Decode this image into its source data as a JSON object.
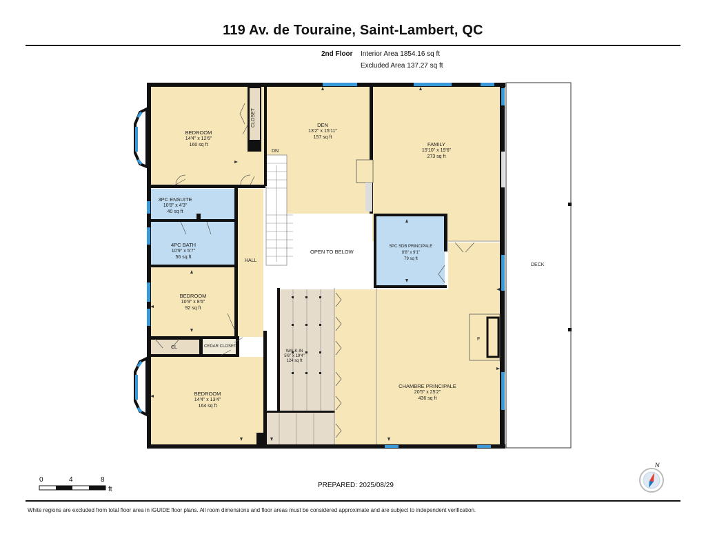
{
  "title": "119 Av. de Touraine, Saint-Lambert, QC",
  "header": {
    "floor": "2nd Floor",
    "interior_area": "Interior Area 1854.16 sq ft",
    "excluded_area": "Excluded Area 137.27 sq ft"
  },
  "rooms": {
    "bedroom1": {
      "name": "BEDROOM",
      "dims": "14'4\" x 12'6\"",
      "area": "160 sq ft"
    },
    "closet": {
      "name": "CLOSET"
    },
    "den": {
      "name": "DEN",
      "dims": "13'2\" x 15'11\"",
      "area": "157 sq ft"
    },
    "family": {
      "name": "FAMILY",
      "dims": "15'10\" x 19'6\"",
      "area": "273 sq ft"
    },
    "ensuite": {
      "name": "3PC ENSUITE",
      "dims": "10'8\" x 4'3\"",
      "area": "40 sq ft"
    },
    "bath": {
      "name": "4PC BATH",
      "dims": "10'9\" x 5'7\"",
      "area": "56 sq ft"
    },
    "hall": {
      "name": "HALL"
    },
    "open": {
      "name": "OPEN TO BELOW"
    },
    "sdb": {
      "name": "5PC SDB PRINCIPALE",
      "dims": "8'8\" x 9'1\"",
      "area": "79 sq ft"
    },
    "bedroom2": {
      "name": "BEDROOM",
      "dims": "10'9\" x 8'6\"",
      "area": "92 sq ft"
    },
    "cl": {
      "name": "CL"
    },
    "cedar": {
      "name": "CEDAR CLOSET"
    },
    "walkin": {
      "name": "WALK-IN",
      "dims": "5'6\" x 19'4\"",
      "area": "124 sq ft"
    },
    "bedroom3": {
      "name": "BEDROOM",
      "dims": "14'4\" x 13'4\"",
      "area": "164 sq ft"
    },
    "chambre": {
      "name": "CHAMBRE PRINCIPALE",
      "dims": "20'5\" x 25'2\"",
      "area": "436 sq ft"
    },
    "deck": {
      "name": "DECK"
    },
    "dn": {
      "name": "DN"
    },
    "fireplace": {
      "name": "F"
    }
  },
  "scale": {
    "ticks": [
      "0",
      "4",
      "8"
    ],
    "unit": "ft"
  },
  "compass": {
    "label": "N"
  },
  "prepared": "PREPARED: 2025/08/29",
  "footer": "White regions are excluded from total floor area in iGUIDE floor plans. All room dimensions and floor areas must be considered approximate and are subject to independent verification.",
  "colors": {
    "room_fill": "#f6e6b8",
    "bath_fill": "#bfdcf2",
    "wall": "#111111",
    "window": "#3a9ad9",
    "stair": "#e6dccb"
  }
}
